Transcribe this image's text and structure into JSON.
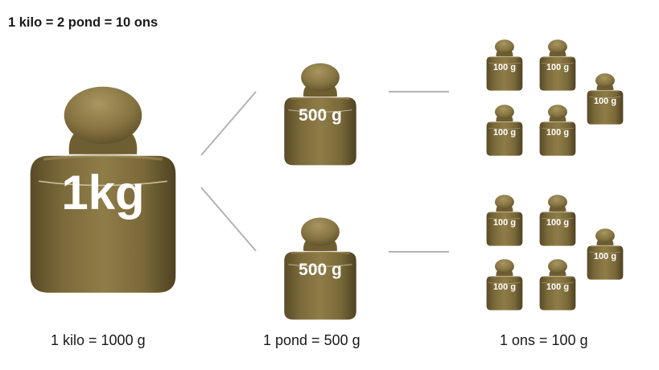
{
  "title": "1 kilo = 2 pond = 10 ons",
  "weights": {
    "kilo_label": "1kg",
    "pond_label": "500 g",
    "ons_label": "100 g"
  },
  "captions": {
    "kilo": "1 kilo = 1000 g",
    "pond": "1 pond = 500 g",
    "ons": "1 ons = 100 g"
  },
  "colors": {
    "weight_light": "#9c8a55",
    "weight_mid": "#7e6c3b",
    "weight_dark": "#544624",
    "connector": "#b3b3b3",
    "label": "#ffffff"
  }
}
